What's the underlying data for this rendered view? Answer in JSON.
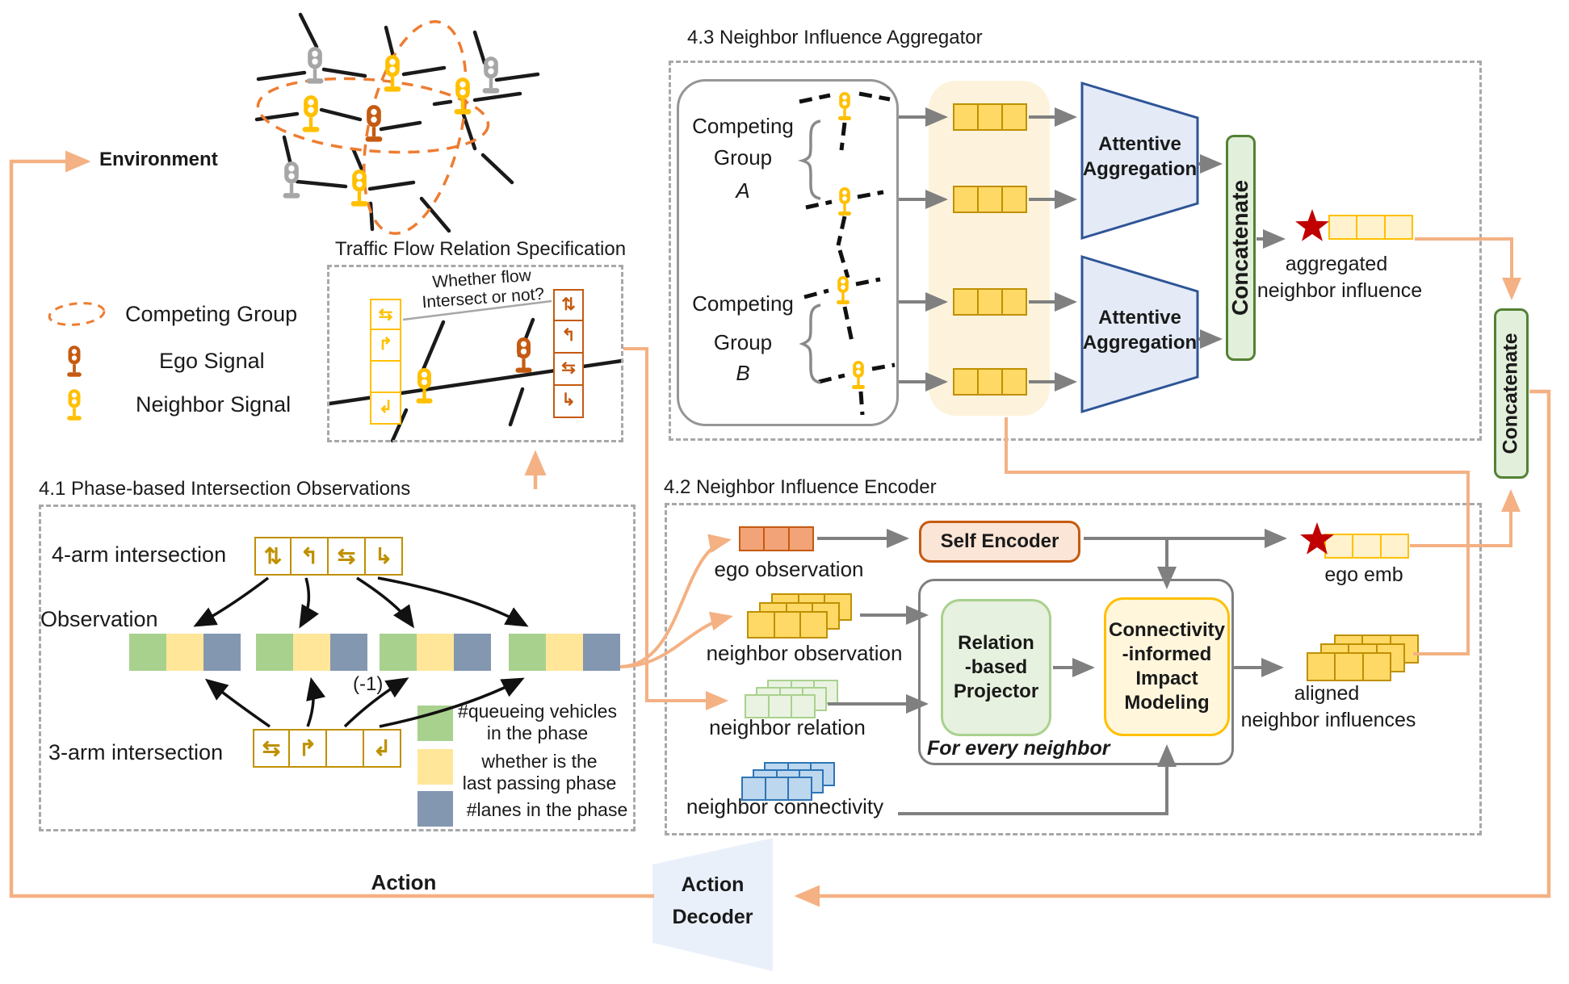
{
  "colors": {
    "flow_orange": "#F4B183",
    "ego_orange": "#C55A11",
    "neighbor_yellow": "#FFC000",
    "gray_signal": "#A6A6A6",
    "green_fill": "#E2EFDA",
    "green_border": "#538135",
    "trapezoid_fill": "#E4EBF7",
    "trapezoid_border": "#2F5597",
    "star_red": "#C00000"
  },
  "environment": {
    "label": "Environment"
  },
  "legend": {
    "competing_group": "Competing Group",
    "ego_signal": "Ego Signal",
    "neighbor_signal": "Neighbor Signal"
  },
  "traffic_spec": {
    "title": "Traffic Flow Relation Specification",
    "question1": "Whether flow",
    "question2": "Intersect or not?",
    "left_phases": [
      "⇆",
      "↱",
      "",
      "↲"
    ],
    "right_phases": [
      "⇅",
      "↰",
      "⇆",
      "↳"
    ]
  },
  "s41": {
    "title": "4.1 Phase-based Intersection Observations",
    "four_arm": "4-arm intersection",
    "four_arm_phases": [
      "⇅",
      "↰",
      "⇆",
      "↳"
    ],
    "observation": "Observation",
    "minus_one": "(-1)",
    "three_arm": "3-arm intersection",
    "three_arm_phases": [
      "⇆",
      "↱",
      "",
      "↲"
    ],
    "legend_green1": "#queueing vehicles",
    "legend_green2": "in the phase",
    "legend_yellow1": "whether is the",
    "legend_yellow2": "last passing phase",
    "legend_blue1": "#lanes in the phase"
  },
  "s42": {
    "title": "4.2 Neighbor Influence Encoder",
    "ego_observation": "ego observation",
    "neighbor_observation": "neighbor observation",
    "neighbor_relation": "neighbor relation",
    "neighbor_connectivity": "neighbor connectivity",
    "self_encoder": "Self Encoder",
    "for_every_neighbor": "For every neighbor",
    "projector": [
      "Relation",
      "-based",
      "Projector"
    ],
    "impact": [
      "Connectivity",
      "-informed",
      "Impact",
      "Modeling"
    ],
    "ego_emb": "ego emb",
    "aligned1": "aligned",
    "aligned2": "neighbor influences"
  },
  "s43": {
    "title": "4.3 Neighbor Influence Aggregator",
    "group_a": [
      "Competing",
      "Group",
      "A"
    ],
    "group_b": [
      "Competing",
      "Group",
      "B"
    ],
    "attentive1": "Attentive",
    "attentive2": "Aggregation",
    "concatenate": "Concatenate",
    "aggregated1": "aggregated",
    "aggregated2": "neighbor influence"
  },
  "outer": {
    "concatenate": "Concatenate",
    "action": "Action",
    "action_decoder1": "Action",
    "action_decoder2": "Decoder"
  }
}
